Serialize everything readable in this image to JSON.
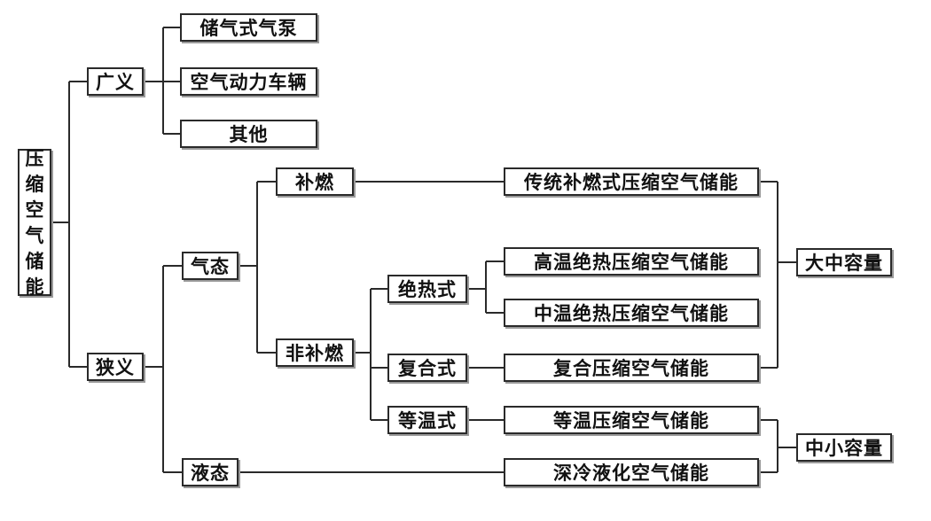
{
  "root": {
    "label": "压缩空气储能"
  },
  "broad": {
    "label": "广义",
    "children": [
      "储气式气泵",
      "空气动力车辆",
      "其他"
    ]
  },
  "narrow": {
    "label": "狭义",
    "gas": {
      "label": "气态",
      "supplementary": {
        "label": "补燃",
        "leaf": "传统补燃式压缩空气储能"
      },
      "non_supplementary": {
        "label": "非补燃",
        "adiabatic": {
          "label": "绝热式",
          "leaves": [
            "高温绝热压缩空气储能",
            "中温绝热压缩空气储能"
          ]
        },
        "composite": {
          "label": "复合式",
          "leaf": "复合压缩空气储能"
        },
        "isothermal": {
          "label": "等温式",
          "leaf": "等温压缩空气储能"
        }
      }
    },
    "liquid": {
      "label": "液态",
      "leaf": "深冷液化空气储能"
    }
  },
  "capacity": {
    "large_medium": "大中容量",
    "small_medium": "中小容量"
  }
}
